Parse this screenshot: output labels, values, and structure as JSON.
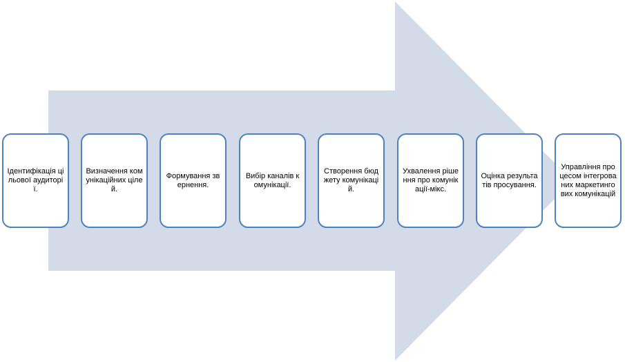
{
  "colors": {
    "arrow_fill": "#d3dae8",
    "box_border": "#4f81bd",
    "box_fill": "#ffffff",
    "text": "#000000"
  },
  "steps": [
    {
      "label": "Ідентифікація цільової аудиторії."
    },
    {
      "label": "Визначення комунікаційних цілей."
    },
    {
      "label": "Формування звернення."
    },
    {
      "label": "Вибір каналів комунікації."
    },
    {
      "label": "Створення бюджету комунікацій."
    },
    {
      "label": "Ухвалення рішення про комунікації-мікс."
    },
    {
      "label": "Оцінка результатів просування."
    },
    {
      "label": "Управління процесом інтегрованих маркетингових комунікацій"
    }
  ]
}
